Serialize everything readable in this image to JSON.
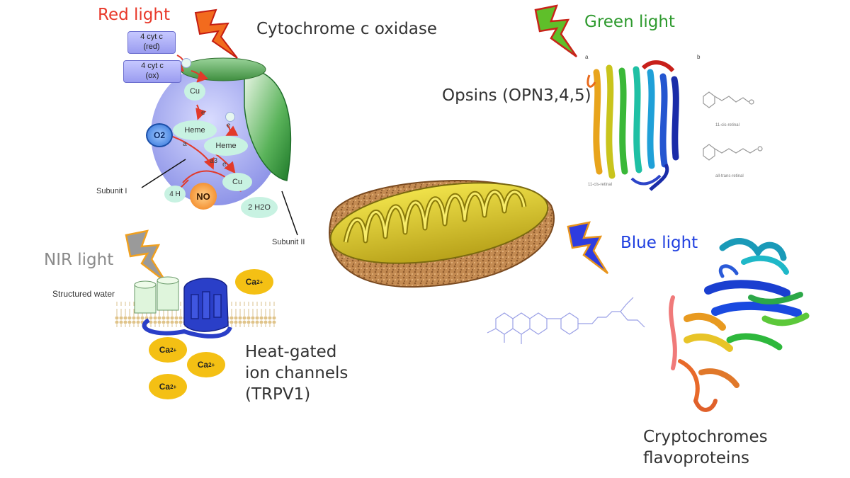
{
  "red_light": "Red light",
  "green_light": "Green light",
  "blue_light": "Blue light",
  "nir_light": "NIR light",
  "cco_title": "Cytochrome c oxidase",
  "opsins": "Opsins (OPN3,4,5)",
  "trpv": [
    "Heat-gated",
    "ion channels",
    "(TRPV1)"
  ],
  "crypto": [
    "Cryptochromes",
    "flavoproteins"
  ],
  "cyt_red": [
    "4 cyt c",
    "(red)"
  ],
  "cyt_ox": [
    "4 cyt c",
    "(ox)"
  ],
  "cu_a": "Cu",
  "heme_a": "Heme",
  "heme_a3": "Heme",
  "cu_b": "Cu",
  "o2": "O2",
  "no": "NO",
  "h2o": "2 H2O",
  "h_plus": "4 H",
  "e_label": "e",
  "a_label": "a",
  "a3_label": "a3",
  "subunit1": "Subunit I",
  "subunit2": "Subunit II",
  "structured_water": "Structured water",
  "ca": "Ca",
  "ca_charge": "2+",
  "opsin_panel_a": "a",
  "opsin_panel_b": "b",
  "retinal_11cis": "11-cis-retinal",
  "retinal_alltrans": "all-trans-retinal",
  "colors": {
    "red_light": "#e8392a",
    "green_light": "#2e9a2e",
    "blue_light": "#1f3fe0",
    "nir_light": "#8a8a8a",
    "text": "#333333",
    "calcium": "#f4c014"
  }
}
